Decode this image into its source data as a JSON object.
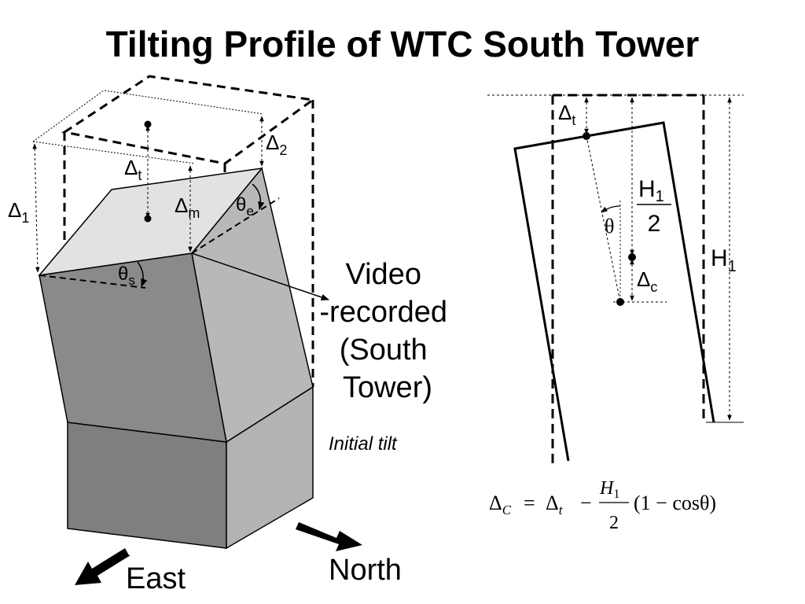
{
  "title": "Tilting Profile of WTC South Tower",
  "left_diagram": {
    "labels": {
      "delta_1": {
        "sym": "Δ",
        "sub": "1"
      },
      "delta_2": {
        "sym": "Δ",
        "sub": "2"
      },
      "delta_t": {
        "sym": "Δ",
        "sub": "t"
      },
      "delta_m": {
        "sym": "Δ",
        "sub": "m"
      },
      "theta_e": {
        "sym": "θ",
        "sub": "e"
      },
      "theta_s": {
        "sym": "θ",
        "sub": "s"
      }
    },
    "callout_lines": [
      "Video",
      "-recorded",
      "(South",
      "Tower)"
    ],
    "initial_tilt": "Initial tilt",
    "direction_east": "East",
    "direction_north": "North"
  },
  "right_diagram": {
    "labels": {
      "delta_t": {
        "sym": "Δ",
        "sub": "t"
      },
      "theta": "θ",
      "half_height_num": {
        "sym": "H",
        "sub": "1"
      },
      "half_height_den": "2",
      "delta_c": {
        "sym": "Δ",
        "sub": "c"
      },
      "h1": {
        "sym": "H",
        "sub": "1"
      }
    },
    "equation": {
      "lhs_sym": "Δ",
      "lhs_sub": "C",
      "equals": "=",
      "rhs_sym": "Δ",
      "rhs_sub": "t",
      "minus": "−",
      "frac_num_sym": "H",
      "frac_num_sub": "1",
      "frac_den": "2",
      "tail": "(1 − cosθ)"
    }
  },
  "colors": {
    "text": "#000000",
    "top_face": "#e2e2e2",
    "dark_face": "#8a8a8a",
    "right_face": "#b8b8b8",
    "lower_dark_face": "#7f7f7f",
    "lower_right_face": "#b3b3b3"
  }
}
